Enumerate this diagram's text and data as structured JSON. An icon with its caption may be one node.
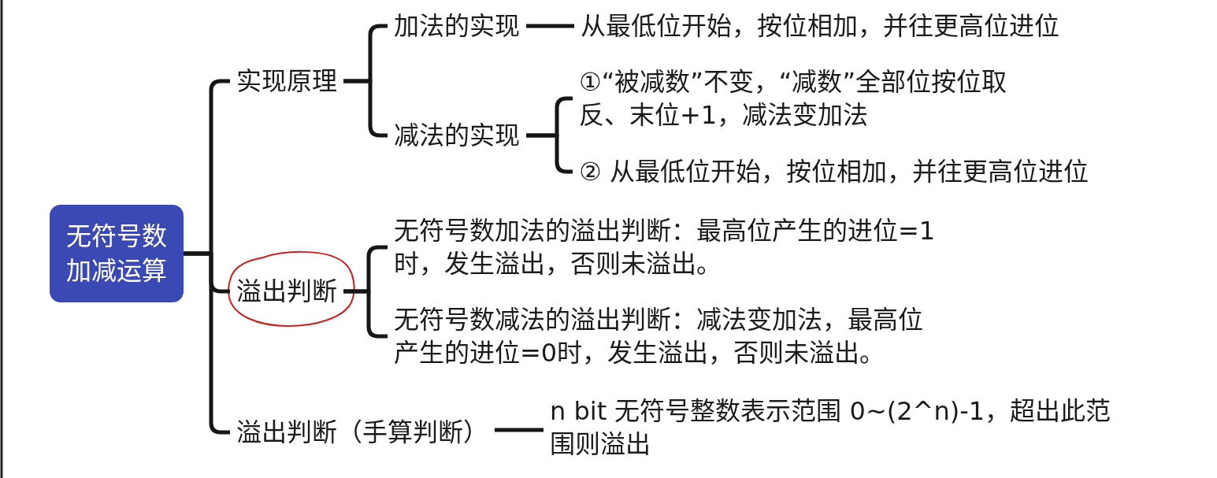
{
  "diagram": {
    "nodes": [
      {
        "text": [
          "无符号数加减运算"
        ]
      },
      {
        "text": [
          "实现原理"
        ]
      },
      {
        "text": [
          "加法的实现"
        ]
      },
      {
        "text": [
          "从最低位开始，按位相加，并往更高位进位"
        ]
      },
      {
        "text": [
          "减法的实现"
        ]
      },
      {
        "text": [
          "①“被减数”不变，“减数”全部位按位取反、末位+1，减法变加法"
        ]
      },
      {
        "text": [
          "② 从最低位开始，按位相加，并往更高位进位"
        ]
      },
      {
        "text": [
          "溢出判断"
        ]
      },
      {
        "text": [
          "无符号数加法的溢出判断：最高位产生的进位=1时，发生溢出，否则未溢出。"
        ]
      },
      {
        "text": [
          "无符号数减法的溢出判断：减法变加法，最高位产生的进位=0时，发生溢出，否则未溢出。"
        ]
      },
      {
        "text": [
          "溢出判断（手算判断）"
        ]
      },
      {
        "text": [
          "n bit 无符号整数表示范围 0~(2^n)-1，超出此范围则溢出"
        ]
      }
    ],
    "edges": [
      {
        "from": 0,
        "to": 1,
        "arrow": "none"
      },
      {
        "from": 0,
        "to": 7,
        "arrow": "none"
      },
      {
        "from": 0,
        "to": 10,
        "arrow": "none"
      },
      {
        "from": 1,
        "to": 2,
        "arrow": "none"
      },
      {
        "from": 1,
        "to": 4,
        "arrow": "none"
      },
      {
        "from": 2,
        "to": 3,
        "arrow": "none"
      },
      {
        "from": 4,
        "to": 5,
        "arrow": "none"
      },
      {
        "from": 4,
        "to": 6,
        "arrow": "none"
      },
      {
        "from": 7,
        "to": 8,
        "arrow": "none"
      },
      {
        "from": 7,
        "to": 9,
        "arrow": "none"
      },
      {
        "from": 10,
        "to": 11,
        "arrow": "none"
      }
    ]
  }
}
